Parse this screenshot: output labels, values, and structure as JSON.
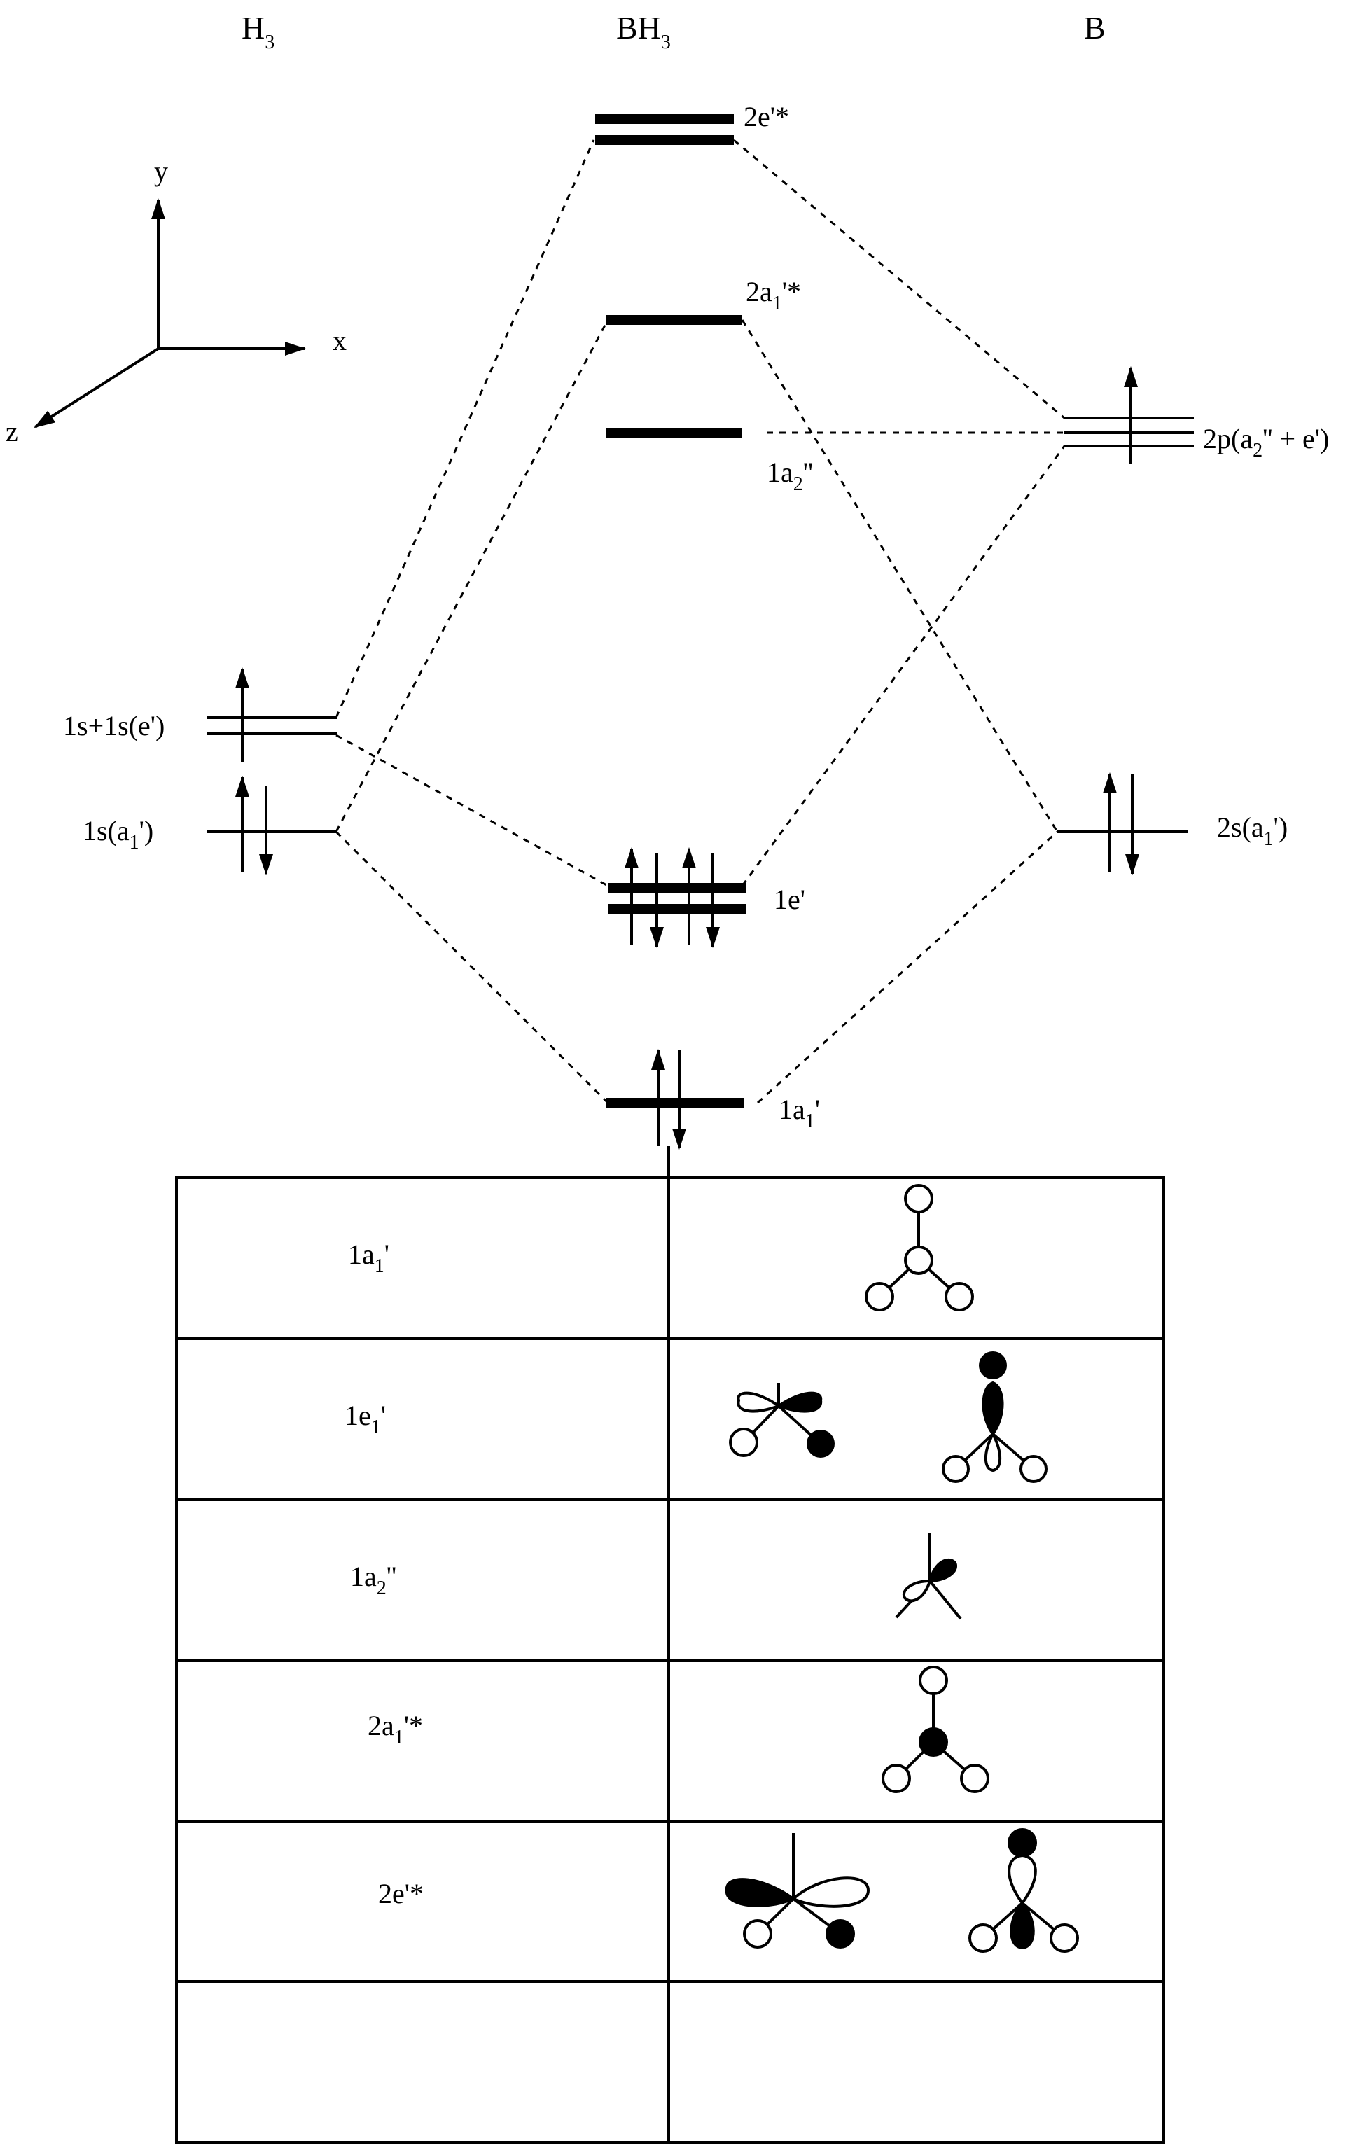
{
  "columns": {
    "h3": {
      "main": "H",
      "sub": "3"
    },
    "bh3": {
      "main": "BH",
      "sub": "3"
    },
    "b": {
      "main": "B"
    }
  },
  "axes": {
    "x": "x",
    "y": "y",
    "z": "z"
  },
  "levels": {
    "e2_star": {
      "pre": "2e'*"
    },
    "a1_2_star": {
      "pre": "2a",
      "sub": "1",
      "post": "'*"
    },
    "a2_1": {
      "pre": "1a",
      "sub": "2",
      "post": "''"
    },
    "e1": {
      "pre": "1e'"
    },
    "a1_1": {
      "pre": "1a",
      "sub": "1",
      "post": "'"
    },
    "h3_e": {
      "pre": "1s+1s(e')"
    },
    "h3_a1": {
      "pre": "1s(a",
      "sub": "1",
      "post": "')"
    },
    "b_2p": {
      "pre": "2p(a",
      "sub": "2",
      "post": "'' + e')"
    },
    "b_2s": {
      "pre": "2s(a",
      "sub": "1",
      "post": "')"
    }
  },
  "table": {
    "rows": [
      {
        "pre": "1a",
        "sub": "1",
        "post": "'"
      },
      {
        "pre": "1e",
        "sub": "1",
        "post": "'"
      },
      {
        "pre": "1a",
        "sub": "2",
        "post": "''"
      },
      {
        "pre": "2a",
        "sub": "1",
        "post": "'*"
      },
      {
        "pre": "2e'*"
      },
      {
        "pre": ""
      }
    ]
  }
}
